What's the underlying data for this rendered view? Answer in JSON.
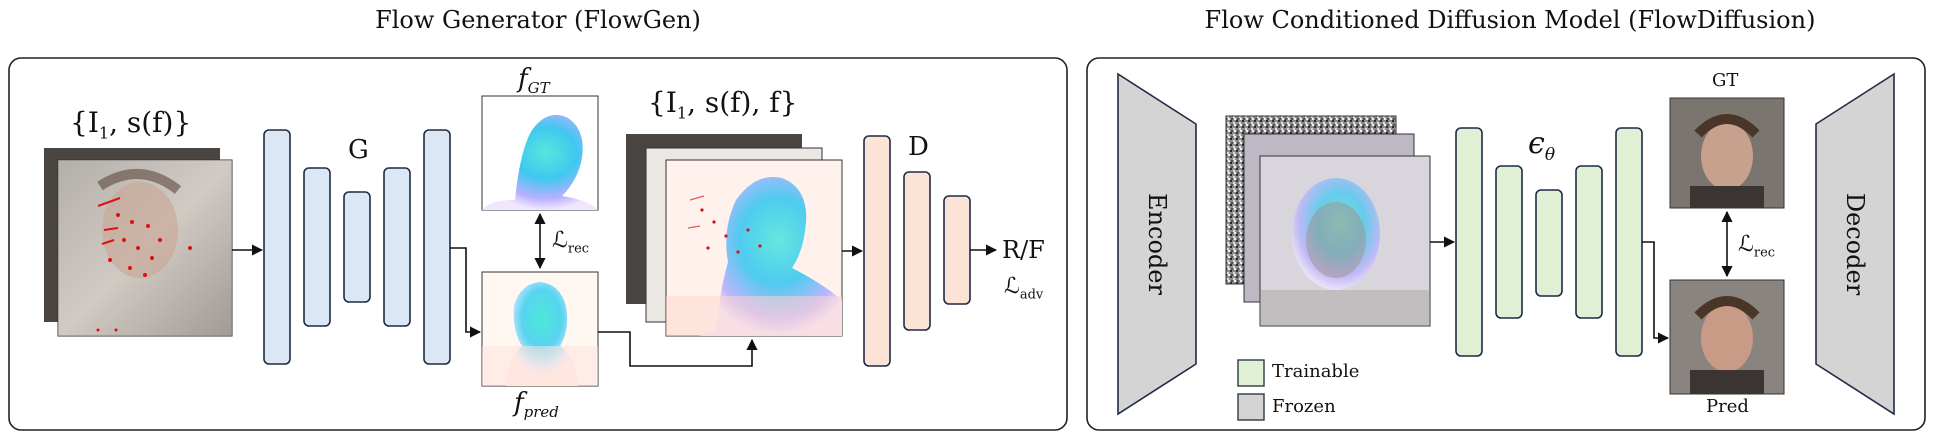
{
  "left_panel": {
    "title": "Flow Generator (FlowGen)",
    "input_label": "{I",
    "input_label_sub": "1",
    "input_label_rest": ", s(f)}",
    "generator_label": "G",
    "gt_label_f": "f",
    "gt_label_sub": "GT",
    "pred_label_f": "f",
    "pred_label_sub": "pred",
    "rec_loss_l": "ℒ",
    "rec_loss_sub": "rec",
    "concat_label": "{I",
    "concat_label_sub": "1",
    "concat_label_rest": ", s(f), f}",
    "discriminator_label": "D",
    "rf_label": "R/F",
    "adv_loss_l": "ℒ",
    "adv_loss_sub": "adv"
  },
  "right_panel": {
    "title": "Flow Conditioned Diffusion Model (FlowDiffusion)",
    "encoder_label": "Encoder",
    "decoder_label": "Decoder",
    "unet_label": "ϵ",
    "unet_label_sub": "θ",
    "gt_label": "GT",
    "pred_label": "Pred",
    "rec_loss_l": "ℒ",
    "rec_loss_sub": "rec",
    "legend": [
      {
        "label": "Trainable",
        "color": "#dff0d4",
        "border": "#2b3a4a"
      },
      {
        "label": "Frozen",
        "color": "#d4d4d4",
        "border": "#2b3a4a"
      }
    ]
  },
  "colors": {
    "generator_block": "#dbe7f5",
    "generator_stroke": "#1f2a44",
    "discriminator_block": "#fbe3d6",
    "unet_block": "#dff0d4",
    "frozen_block": "#d4d4d4",
    "panel_border": "#222222"
  }
}
